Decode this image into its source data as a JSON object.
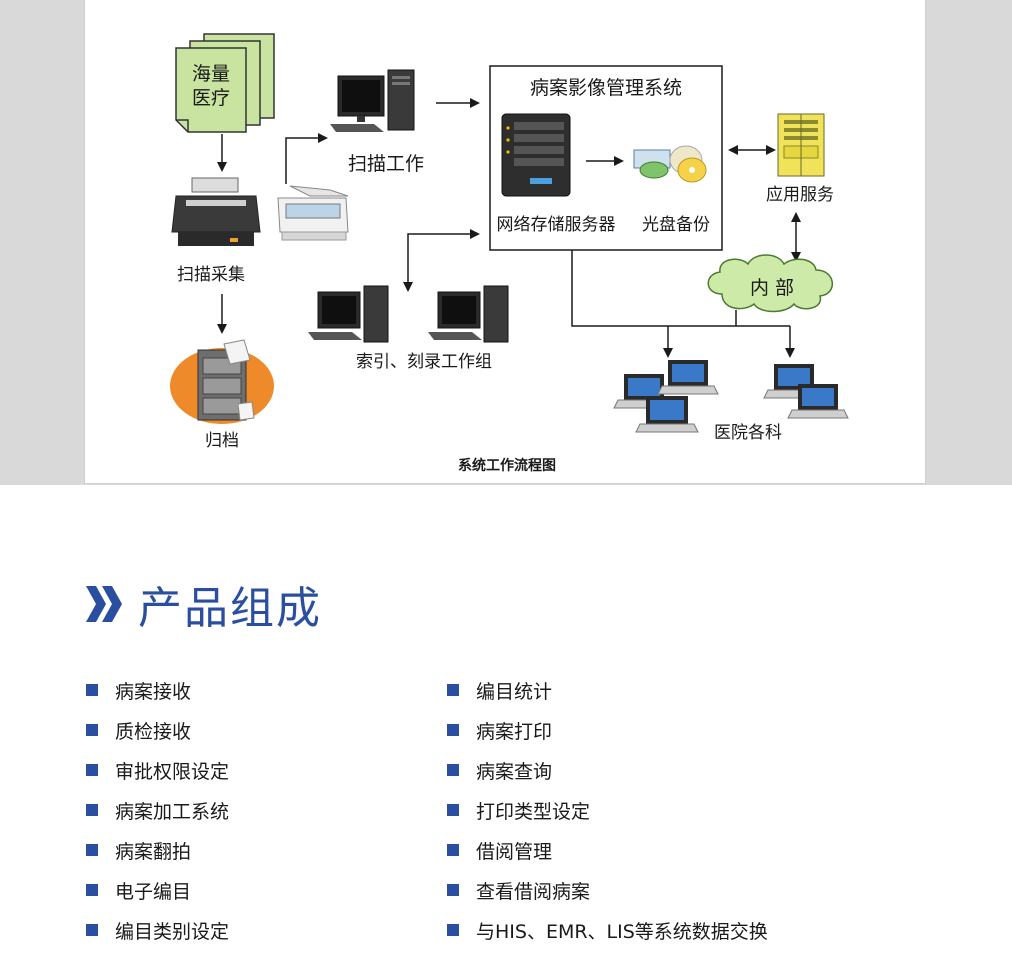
{
  "diagram": {
    "caption": "系统工作流程图",
    "nodes": {
      "source_label_line1": "海量",
      "source_label_line2": "医疗",
      "scan_collect": "扫描采集",
      "archive": "归档",
      "scan_work": "扫描工作",
      "system_title": "病案影像管理系统",
      "nas": "网络存储服务器",
      "disc_backup": "光盘备份",
      "app_service": "应用服务",
      "internal": "内 部",
      "index_burn": "索引、刻录工作组",
      "departments": "医院各科"
    }
  },
  "section": {
    "title": "产品组成"
  },
  "components": {
    "left": [
      "病案接收",
      "质检接收",
      "审批权限设定",
      "病案加工系统",
      "病案翻拍",
      "电子编目",
      "编目类别设定"
    ],
    "right": [
      "编目统计",
      "病案打印",
      "病案查询",
      "打印类型设定",
      "借阅管理",
      "查看借阅病案",
      "与HIS、EMR、LIS等系统数据交换"
    ]
  },
  "colors": {
    "accent": "#2a4fa0",
    "doc_green": "#c9e4a0",
    "app_yellow": "#f0e35a",
    "cloud_green": "#cdeaa8",
    "archive_orange": "#ef8a2a"
  }
}
